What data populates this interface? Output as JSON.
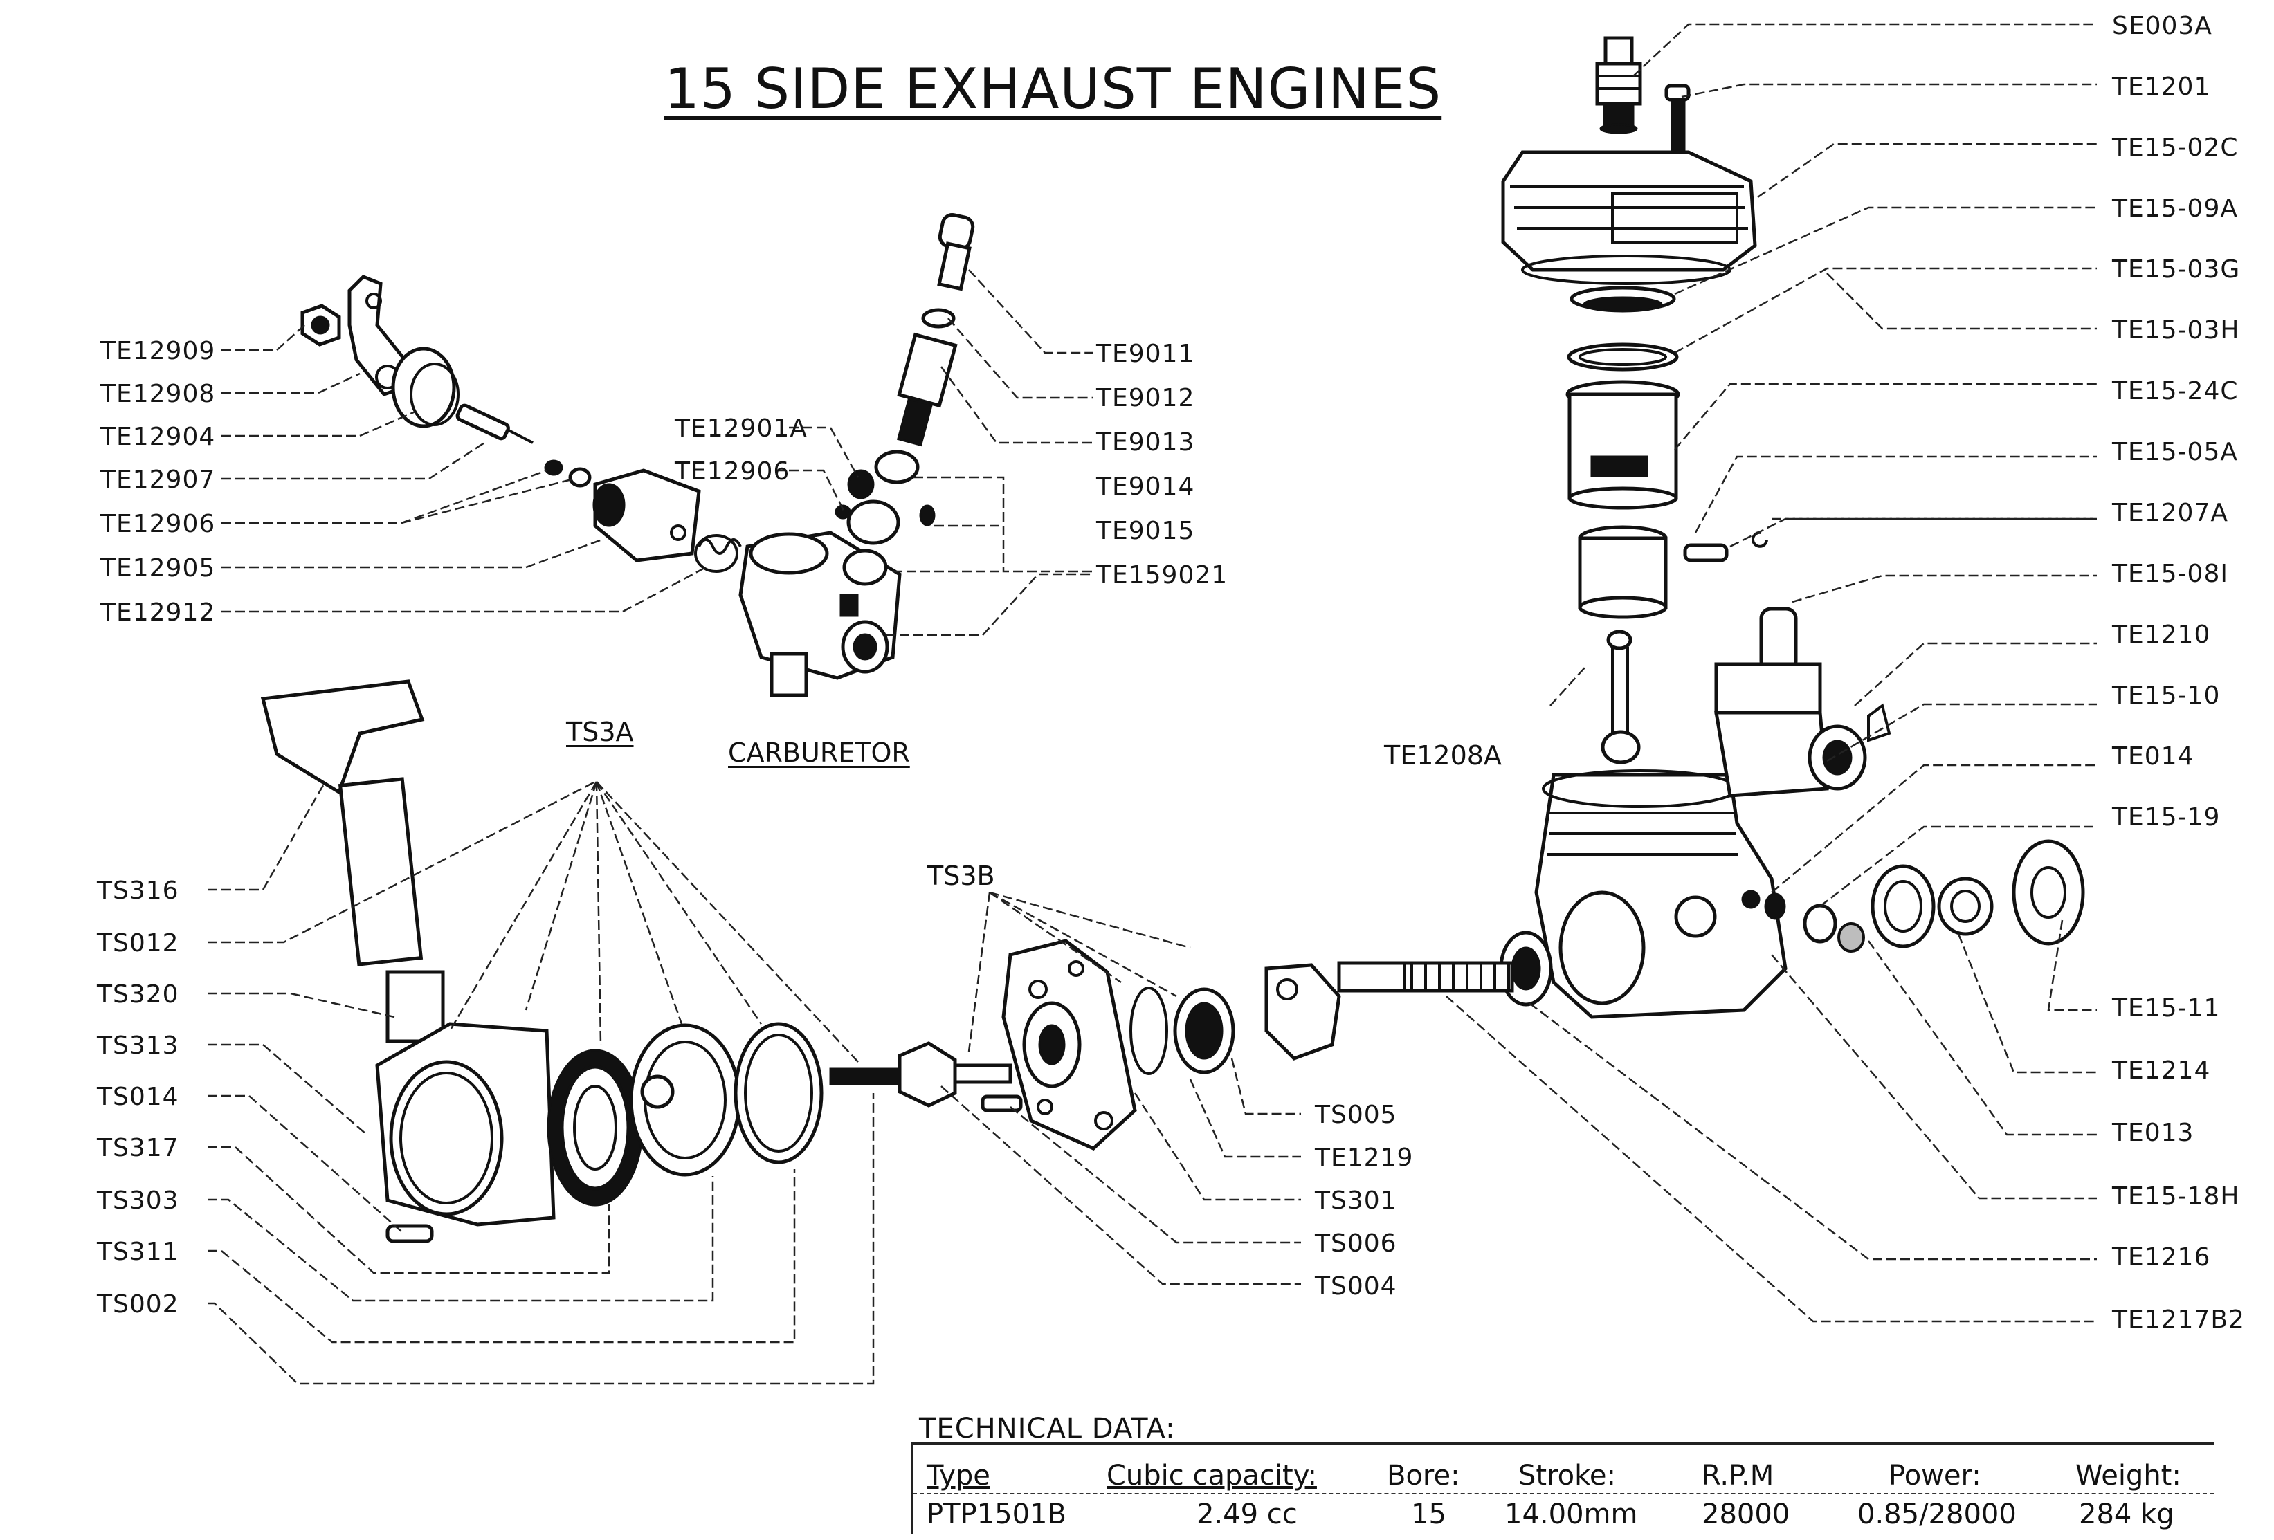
{
  "title": "15 SIDE EXHAUST ENGINES",
  "groups": {
    "carburetor": "CARBURETOR",
    "ts3a": "TS3A",
    "ts3b": "TS3B",
    "te1208a": "TE1208A"
  },
  "parts": {
    "right": [
      "SE003A",
      "TE1201",
      "TE15-02C",
      "TE15-09A",
      "TE15-03G",
      "TE15-03H",
      "TE15-24C",
      "TE15-05A",
      "TE1207A",
      "TE15-08I",
      "TE1210",
      "TE15-10",
      "TE014",
      "TE15-19",
      "TE15-11",
      "TE1214",
      "TE013",
      "TE15-18H",
      "TE1216",
      "TE1217B2"
    ],
    "carb_left": [
      "TE12909",
      "TE12908",
      "TE12904",
      "TE12907",
      "TE12906",
      "TE12905",
      "TE12912"
    ],
    "carb_mid": [
      "TE12901A",
      "TE12906"
    ],
    "carb_right": [
      "TE9011",
      "TE9012",
      "TE9013",
      "TE9014",
      "TE9015",
      "TE159021"
    ],
    "starter_left": [
      "TS316",
      "TS012",
      "TS320",
      "TS313",
      "TS014",
      "TS317",
      "TS303",
      "TS311",
      "TS002"
    ],
    "backplate": [
      "TS005",
      "TE1219",
      "TS301",
      "TS006",
      "TS004"
    ]
  },
  "tech": {
    "heading": "TECHNICAL DATA:",
    "headers": [
      "Type",
      "Cubic capacity:",
      "Bore:",
      "Stroke:",
      "R.P.M",
      "Power:",
      "Weight:"
    ],
    "values": [
      "PTP1501B",
      "2.49 cc",
      "15",
      "14.00mm",
      "28000",
      "0.85/28000",
      "284 kg"
    ]
  },
  "colors": {
    "ink": "#151515",
    "paper": "#ffffff"
  }
}
